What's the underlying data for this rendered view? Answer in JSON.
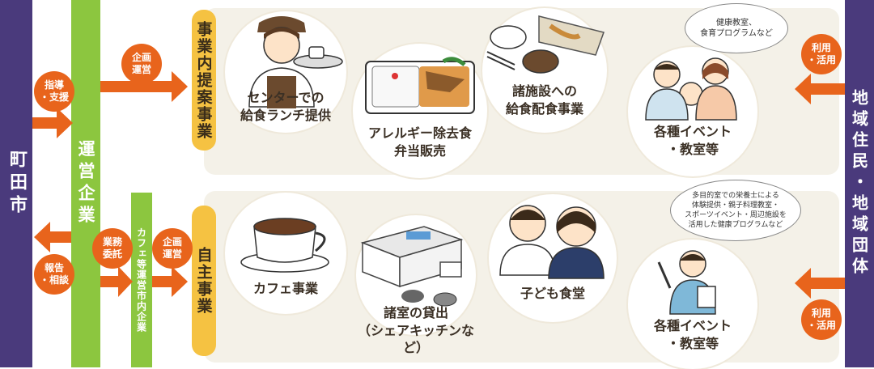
{
  "left_bar": "町田市",
  "operator_bar": "運営企業",
  "tenant_bar": "カフェ等運営市内企業",
  "right_bar": "地域住民・地域団体",
  "badges": {
    "shidou": "指導\n・支援",
    "houkoku": "報告\n・相談",
    "kikaku_top": "企画\n運営",
    "gyomu": "業務\n委託",
    "kikaku_bottom": "企画\n運営",
    "riyou_top": "利用\n・活用",
    "riyou_bottom": "利用\n・活用"
  },
  "top_section": {
    "label": "事業内提案事業",
    "items": [
      {
        "caption": "センターでの\n給食ランチ提供"
      },
      {
        "caption": "アレルギー除去食\n弁当販売"
      },
      {
        "caption": "諸施設への\n給食配食事業"
      },
      {
        "caption": "各種イベント\n・教室等"
      }
    ],
    "bubble": "健康教室、\n食育プログラムなど"
  },
  "bottom_section": {
    "label": "自主事業",
    "items": [
      {
        "caption": "カフェ事業"
      },
      {
        "caption": "諸室の貸出\n（シェアキッチンなど）"
      },
      {
        "caption": "子ども食堂"
      },
      {
        "caption": "各種イベント\n・教室等"
      }
    ],
    "bubble": "多目的室での栄養士による\n体験提供・親子料理教室・\nスポーツイベント・周辺施設を\n活用した健康プログラムなど"
  },
  "colors": {
    "navy": "#4a3a7c",
    "green": "#8cc63f",
    "orange": "#e8641c",
    "yellow": "#f5c242",
    "panel": "#f4f1e8"
  }
}
